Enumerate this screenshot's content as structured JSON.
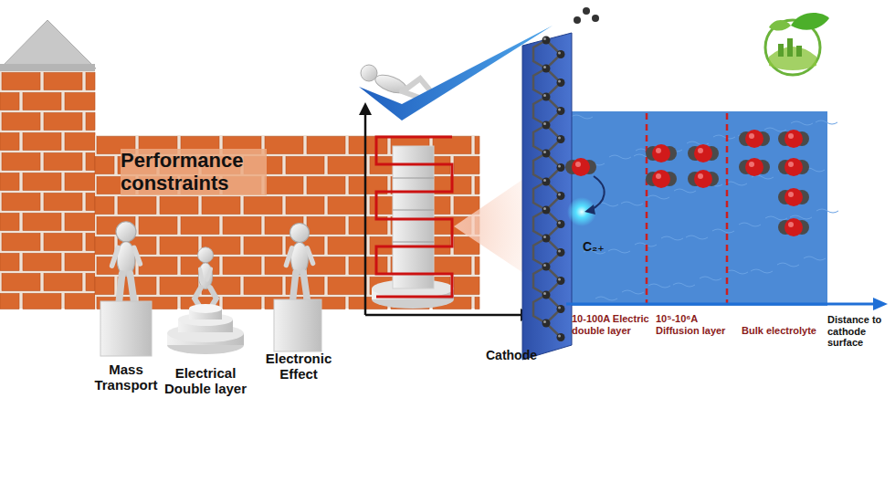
{
  "diagram": {
    "labels": [
      "Performance constraints",
      "Mass Transport",
      "Electrical Double layer",
      "Electronic Effect",
      "Cathode",
      "C₂₊",
      "10-100A Electric double layer",
      "10⁵-10⁶A Diffusion layer",
      "Bulk electrolyte",
      "Distance to cathode surface"
    ]
  }
}
